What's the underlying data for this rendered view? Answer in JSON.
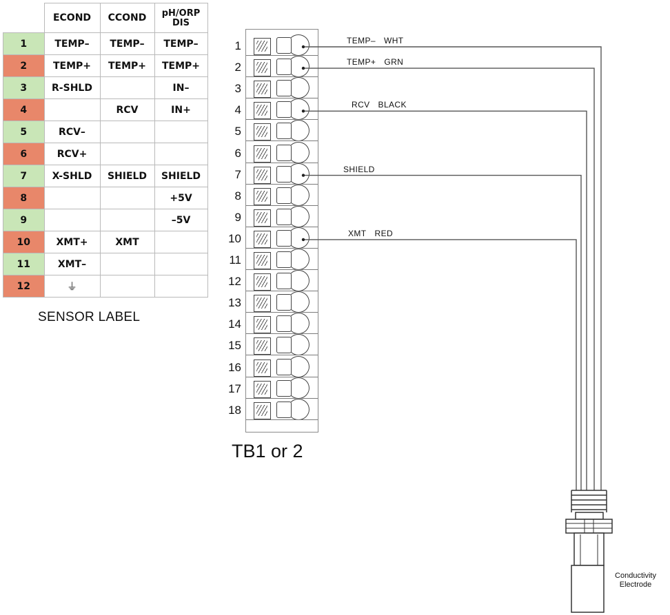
{
  "table": {
    "headers": [
      {
        "label": "ECOND",
        "label2": ""
      },
      {
        "label": "CCOND",
        "label2": ""
      },
      {
        "label": "pH/ORP",
        "label2": "DIS"
      }
    ],
    "rows": [
      {
        "num": "1",
        "econd": "TEMP–",
        "ccond": "TEMP–",
        "ph": "TEMP–",
        "color": "#c9e6b7"
      },
      {
        "num": "2",
        "econd": "TEMP+",
        "ccond": "TEMP+",
        "ph": "TEMP+",
        "color": "#e8876a"
      },
      {
        "num": "3",
        "econd": "R-SHLD",
        "ccond": "",
        "ph": "IN–",
        "color": "#c9e6b7"
      },
      {
        "num": "4",
        "econd": "",
        "ccond": "RCV",
        "ph": "IN+",
        "color": "#e8876a"
      },
      {
        "num": "5",
        "econd": "RCV–",
        "ccond": "",
        "ph": "",
        "color": "#c9e6b7"
      },
      {
        "num": "6",
        "econd": "RCV+",
        "ccond": "",
        "ph": "",
        "color": "#e8876a"
      },
      {
        "num": "7",
        "econd": "X-SHLD",
        "ccond": "SHIELD",
        "ph": "SHIELD",
        "color": "#c9e6b7"
      },
      {
        "num": "8",
        "econd": "",
        "ccond": "",
        "ph": "+5V",
        "color": "#e8876a"
      },
      {
        "num": "9",
        "econd": "",
        "ccond": "",
        "ph": "–5V",
        "color": "#c9e6b7"
      },
      {
        "num": "10",
        "econd": "XMT+",
        "ccond": "XMT",
        "ph": "",
        "color": "#e8876a"
      },
      {
        "num": "11",
        "econd": "XMT–",
        "ccond": "",
        "ph": "",
        "color": "#c9e6b7"
      },
      {
        "num": "12",
        "econd": "⏚",
        "ccond": "",
        "ph": "",
        "color": "#e8876a"
      }
    ],
    "caption": "SENSOR LABEL"
  },
  "terminal": {
    "numbers": [
      "1",
      "2",
      "3",
      "4",
      "5",
      "6",
      "7",
      "8",
      "9",
      "10",
      "11",
      "12",
      "13",
      "14",
      "15",
      "16",
      "17",
      "18"
    ],
    "caption": "TB1 or 2"
  },
  "wires": [
    {
      "terminal": 1,
      "name": "TEMP–",
      "color_label": "WHT"
    },
    {
      "terminal": 2,
      "name": "TEMP+",
      "color_label": "GRN"
    },
    {
      "terminal": 4,
      "name": "RCV",
      "color_label": "BLACK"
    },
    {
      "terminal": 7,
      "name": "SHIELD",
      "color_label": ""
    },
    {
      "terminal": 10,
      "name": "XMT",
      "color_label": "RED"
    }
  ],
  "electrode": {
    "line1": "Conductivity",
    "line2": "Electrode"
  },
  "colors": {
    "green_row": "#c9e6b7",
    "red_row": "#e8876a",
    "wire": "#555555"
  }
}
